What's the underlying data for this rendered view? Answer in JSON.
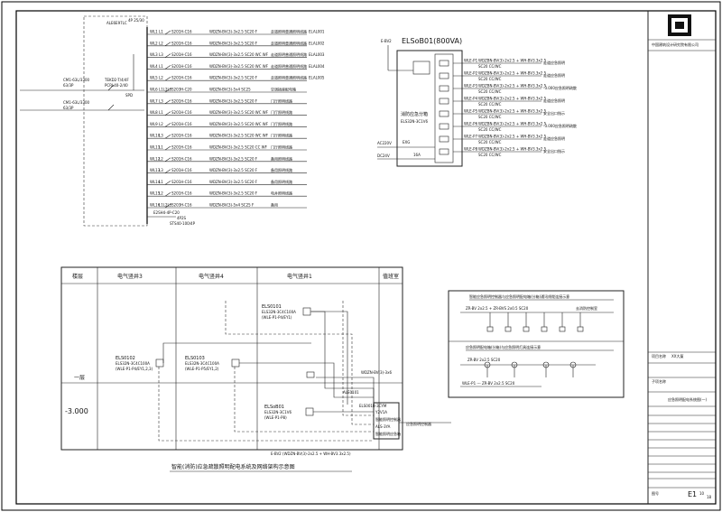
{
  "main_panel": {
    "incoming": {
      "breaker_tag": "ALE6E97LC",
      "breaker_rating": "4P 25/30",
      "cable_a": "CM1-63L/3300",
      "cable_a_sub": "63/3P",
      "meter_a": "TEKD2-T/4/4F",
      "meter_a_sub": "PCRL40-2/40",
      "cable_b": "CM1-63L/3300",
      "cable_b_sub": "63/3P",
      "spd": "SPD"
    },
    "bottom_switch": "E2SH4-4P-C20",
    "bottom_switch_sub": "4P2S",
    "bottom_switch_sub2": "STS40-100/4P",
    "circuits": [
      {
        "no": "WL1",
        "phase": "L1",
        "breaker": "S201H-C16",
        "cable": "WDZN-BV(3)-3x2.5 SC20 F",
        "load": "走道照明普通照明线路",
        "ckt": "ELAL001"
      },
      {
        "no": "WL2",
        "phase": "L2",
        "breaker": "S201H-C16",
        "cable": "WDZN-BV(3)-3x2.5 SC20 F",
        "load": "走道照明普通照明线路",
        "ckt": "ELAL002"
      },
      {
        "no": "WL3",
        "phase": "L3",
        "breaker": "S201H-C16",
        "cable": "WDZN-BV(3)-3x2.5 SC20 WC WF",
        "load": "走道照明普通照明线路",
        "ckt": "ELAL003"
      },
      {
        "no": "WL4",
        "phase": "L1",
        "breaker": "S201H-C16",
        "cable": "WDZN-BV(3)-3x2.5 SC20 WC WF",
        "load": "走道照明普通照明线路",
        "ckt": "ELAL004"
      },
      {
        "no": "WL5",
        "phase": "L2",
        "breaker": "S201H-C16",
        "cable": "WDZN-BV(3)-3x2.5 SC20 F",
        "load": "走道照明普通照明线路",
        "ckt": "ELAL005"
      },
      {
        "no": "WL6",
        "phase": "L1L2L3",
        "breaker": "S203H-C20",
        "cable": "WDZN-BV(3)-5x4 SC25",
        "load": "空调插座配电箱",
        "ckt": ""
      },
      {
        "no": "WL7",
        "phase": "L3",
        "breaker": "S201H-C16",
        "cable": "WDZN-BV(3)-3x2.5 SC20 F",
        "load": "门厅照明线路",
        "ckt": ""
      },
      {
        "no": "WL8",
        "phase": "L1",
        "breaker": "S201H-C16",
        "cable": "WDZN-BV(3)-3x2.5 SC20 WC WF",
        "load": "门厅照明线路",
        "ckt": ""
      },
      {
        "no": "WL9",
        "phase": "L2",
        "breaker": "S201H-C16",
        "cable": "WDZN-BV(3)-3x2.5 SC20 WC WF",
        "load": "门厅照明线路",
        "ckt": ""
      },
      {
        "no": "WL10",
        "phase": "L3",
        "breaker": "S201H-C16",
        "cable": "WDZN-BV(3)-3x2.5 SC20 WC WF",
        "load": "门厅照明线路",
        "ckt": ""
      },
      {
        "no": "WL11",
        "phase": "L1",
        "breaker": "S201H-C16",
        "cable": "WDZN-BV(3)-3x2.5 SC20 CC WF",
        "load": "门厅照明线路",
        "ckt": ""
      },
      {
        "no": "WL12",
        "phase": "L2",
        "breaker": "S201H-C16",
        "cable": "WDZN-BV(3)-3x2.5 SC20 F",
        "load": "备用照明线路",
        "ckt": ""
      },
      {
        "no": "WL13",
        "phase": "L3",
        "breaker": "S201H-C16",
        "cable": "WDZN-BV(3)-3x2.5 SC20 F",
        "load": "备用照明线路",
        "ckt": ""
      },
      {
        "no": "WL14",
        "phase": "L1",
        "breaker": "S201H-C16",
        "cable": "WDZN-BV(3)-3x2.5 SC20 F",
        "load": "备用照明线路",
        "ckt": ""
      },
      {
        "no": "WL15",
        "phase": "L2",
        "breaker": "S201H-C16",
        "cable": "WDZN-BV(3)-3x2.5 SC20 F",
        "load": "电井照明线路",
        "ckt": ""
      },
      {
        "no": "WL16",
        "phase": "L1L2L3",
        "breaker": "S203H-C16",
        "cable": "WDZN-BV(3)-5x4 SC25 F",
        "load": "备用",
        "ckt": ""
      }
    ]
  },
  "eps_panel": {
    "title": "ELSoB01(800VA)",
    "box_label": "消防应急分箱",
    "box_model": "ELS32N-3C1V6",
    "input_label": "E-BV2",
    "left_a": "AC220V",
    "left_b": "DC24V",
    "relay": "EXG",
    "relay_sub": "16A",
    "outputs": [
      {
        "no": "WLE-P1",
        "cable": "WDZBN-BV(3)-2x2.5 + WH-BV3.3x2.5",
        "pipe": "SC20 CC/WC",
        "load": "走道应急照明"
      },
      {
        "no": "WLE-P2",
        "cable": "WDZBN-BV(3)-2x2.5 + WH-BV3.3x2.5",
        "pipe": "SC20 CC/WC",
        "load": "走道应急照明"
      },
      {
        "no": "WLE-P3",
        "cable": "WDZBN-BV(3)-2x2.5 + WH-BV3.3x2.5",
        "pipe": "SC20 CC/WC",
        "load": "-3.000应急照明疏散"
      },
      {
        "no": "WLE-P4",
        "cable": "WDZBN-BV(3)-2x2.5 + WH-BV3.3x2.5",
        "pipe": "SC20 CC/WC",
        "load": "走道应急照明"
      },
      {
        "no": "WLE-P5",
        "cable": "WDZBN-BV(3)-2x2.5 + WH-BV3.3x2.5",
        "pipe": "SC20 CC/WC",
        "load": "安全出口指示"
      },
      {
        "no": "WLE-P6",
        "cable": "WDZBN-BV(3)-2x2.5 + WH-BV3.3x2.5",
        "pipe": "SC20 CC/WC",
        "load": "-3.000应急照明疏散"
      },
      {
        "no": "WLE-P7",
        "cable": "WDZBN-BV(3)-2x2.5 + WH-BV3.3x2.5",
        "pipe": "SC20 CC/WC",
        "load": "走道应急照明"
      },
      {
        "no": "WLE-P8",
        "cable": "WDZBN-BV(3)-2x2.5 + WH-BV3.3x2.5",
        "pipe": "SC20 CC/WC",
        "load": "安全出口指示"
      }
    ]
  },
  "riser": {
    "headers": [
      "楼层",
      "电气竖井3",
      "电气竖井4",
      "电气竖井1",
      "值班室"
    ],
    "floors": [
      "一层",
      "-3.000"
    ],
    "boxes": [
      {
        "id": "ELS0102",
        "model": "ELS32N-3C4C100A",
        "ckt": "(WLE-P1-P4/EY1,2,3)"
      },
      {
        "id": "ELS0103",
        "model": "ELS32N-3C4C100A",
        "ckt": "(WLE-P1-P5/EY1,2)"
      },
      {
        "id": "ELS0101",
        "model": "ELS32N-3C4C100A",
        "ckt": "(WLE-P1-P4/EY1)"
      },
      {
        "id": "ELSoB01",
        "model": "ELS32N-3C1V6",
        "ckt": "(WLE-P1-P8)"
      }
    ],
    "main_box": {
      "id": "ELS001B-3CYM",
      "sub": "Y2V1A",
      "label": "智能照明控制器"
    },
    "box_bottom": {
      "id": "ALS-3YA",
      "label": "智能照明应急箱"
    },
    "ale_label": "ALE0101",
    "feeder_label": "WDZN-BV(3)-3x6",
    "annotation": "应急照明控制器",
    "bottom_cable": "E-BV2 (WDZN-BV(3)-2x2.5 + WH-BV3.3x2.5)",
    "caption": "智能(消防)应急疏散照明配电系统及网络架构示意图"
  },
  "legend_box": {
    "top_title": "智能应急照明控制器与应急照明配电箱(分箱)通讯线缆连接示意",
    "top_cable": "ZR-BV 2x2.5 + ZR-BVS 2x0.5 SC20",
    "top_end": "去消防控制室",
    "bottom_title": "应急照明配电箱(分箱)与应急照明灯具连接示意",
    "bottom_cable": "ZR-BV 2x2.5 SC20",
    "bottom_cable2": "WLE-P1 --- ZR-BV 2x2.5 SC20"
  },
  "title_block": {
    "company": "中国建筑设计研究院有限公司",
    "project_label": "项目名称",
    "project": "XX大厦",
    "sub_label": "子项名称",
    "drawing_title": "应急照明配电系统图(一)",
    "drawing_no_label": "图号",
    "drawing_no": "E1",
    "sheet": "10",
    "total": "18"
  }
}
